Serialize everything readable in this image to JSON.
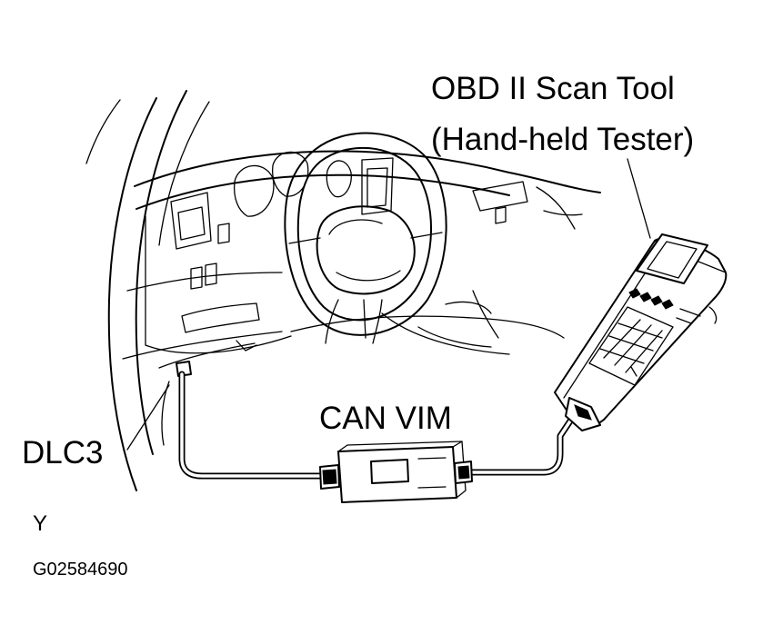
{
  "labels": {
    "scan_tool": "OBD II Scan Tool",
    "scan_tool_sub": "(Hand-held Tester)",
    "vim": "CAN VIM",
    "dlc": "DLC3",
    "side_marker": "Y",
    "figure_code": "G02584690"
  }
}
